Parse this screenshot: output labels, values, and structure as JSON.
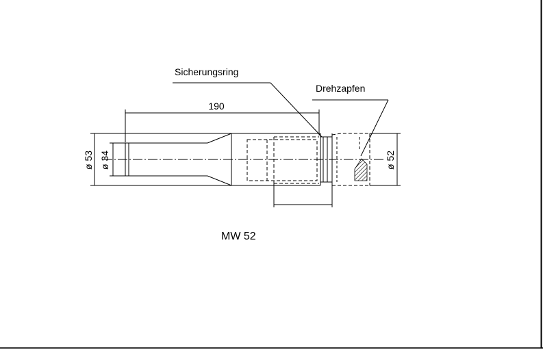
{
  "labels": {
    "retaining_ring": "Sicherungsring",
    "pivot_pin": "Drehzapfen",
    "length_dim": "190",
    "dia_outer": "ø 53",
    "dia_inner": "ø 34",
    "dia_right": "ø 52",
    "model": "MW 52"
  }
}
